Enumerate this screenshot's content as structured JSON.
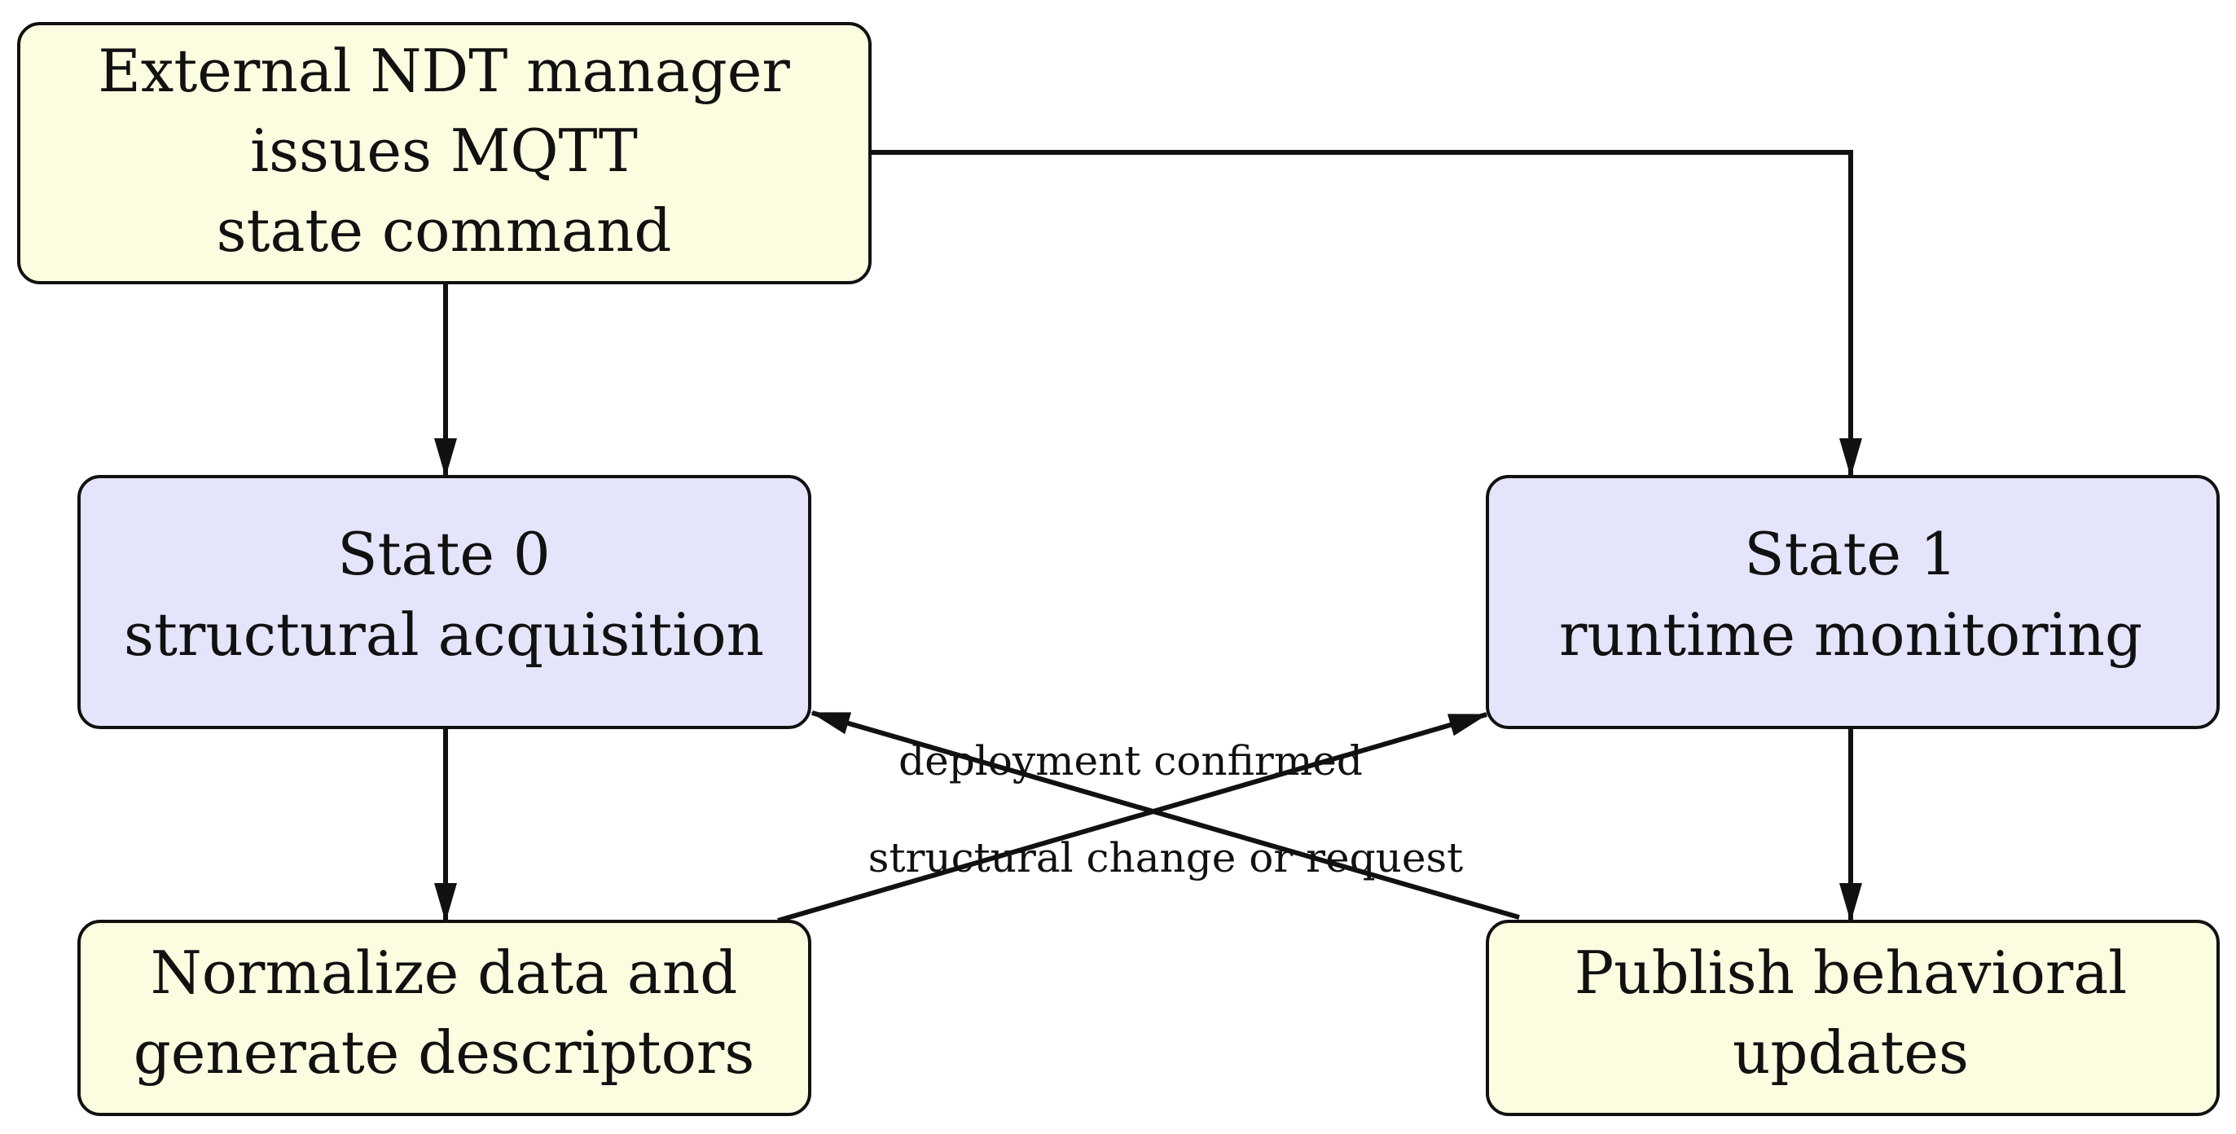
{
  "colors": {
    "process_fill": "#fcfce0",
    "state_fill": "#e4e4fb",
    "stroke": "#111111"
  },
  "nodes": {
    "manager": {
      "line1": "External NDT manager",
      "line2": "issues MQTT",
      "line3": "state command"
    },
    "state0": {
      "line1": "State 0",
      "line2": "structural acquisition"
    },
    "state1": {
      "line1": "State 1",
      "line2": "runtime monitoring"
    },
    "normalize": {
      "line1": "Normalize data and",
      "line2": "generate descriptors"
    },
    "publish": {
      "line1": "Publish behavioral",
      "line2": "updates"
    }
  },
  "edges": {
    "normalize_to_state1": "deployment confirmed",
    "publish_to_state0": "structural change or request"
  }
}
